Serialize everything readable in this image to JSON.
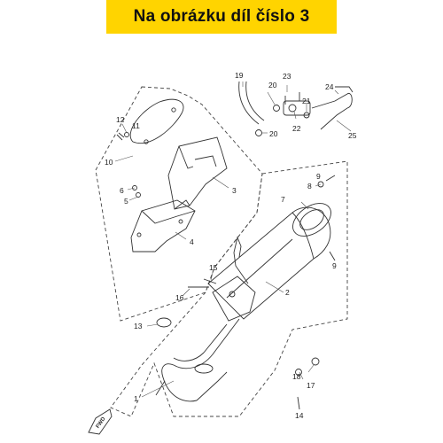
{
  "header": {
    "title": "Na obrázku díl číslo 3"
  },
  "diagram": {
    "fwd_label": "FWD",
    "callouts": [
      {
        "id": "c1",
        "text": "1"
      },
      {
        "id": "c2",
        "text": "2"
      },
      {
        "id": "c3",
        "text": "3"
      },
      {
        "id": "c4",
        "text": "4"
      },
      {
        "id": "c5",
        "text": "5"
      },
      {
        "id": "c6",
        "text": "6"
      },
      {
        "id": "c7",
        "text": "7"
      },
      {
        "id": "c8",
        "text": "8"
      },
      {
        "id": "c9a",
        "text": "9"
      },
      {
        "id": "c9b",
        "text": "9"
      },
      {
        "id": "c10",
        "text": "10"
      },
      {
        "id": "c11",
        "text": "11"
      },
      {
        "id": "c12",
        "text": "12"
      },
      {
        "id": "c13",
        "text": "13"
      },
      {
        "id": "c14",
        "text": "14"
      },
      {
        "id": "c15",
        "text": "15"
      },
      {
        "id": "c16",
        "text": "16"
      },
      {
        "id": "c17",
        "text": "17"
      },
      {
        "id": "c18",
        "text": "18"
      },
      {
        "id": "c19",
        "text": "19"
      },
      {
        "id": "c20a",
        "text": "20"
      },
      {
        "id": "c20b",
        "text": "20"
      },
      {
        "id": "c21",
        "text": "21"
      },
      {
        "id": "c22",
        "text": "22"
      },
      {
        "id": "c23",
        "text": "23"
      },
      {
        "id": "c24",
        "text": "24"
      },
      {
        "id": "c25",
        "text": "25"
      }
    ]
  }
}
